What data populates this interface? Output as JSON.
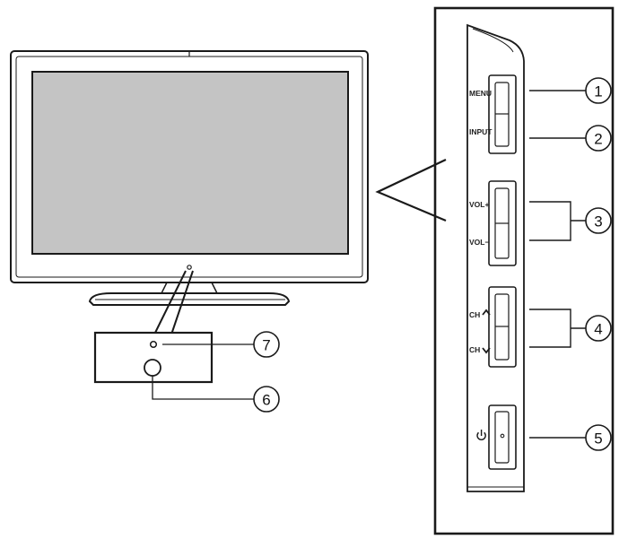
{
  "colors": {
    "line": "#1a1a1a",
    "screen": "#c4c4c4",
    "background": "#ffffff"
  },
  "buttons": {
    "menu": "MENU",
    "input": "INPUT",
    "vol_up": "VOL+",
    "vol_down": "VOL−",
    "ch_up": "CH",
    "ch_down": "CH"
  },
  "callouts": {
    "c1": "1",
    "c2": "2",
    "c3": "3",
    "c4": "4",
    "c5": "5",
    "c6": "6",
    "c7": "7"
  },
  "icons": {
    "power": "power-icon",
    "arrow_up": "arrow-up-icon",
    "arrow_down": "arrow-down-icon"
  }
}
